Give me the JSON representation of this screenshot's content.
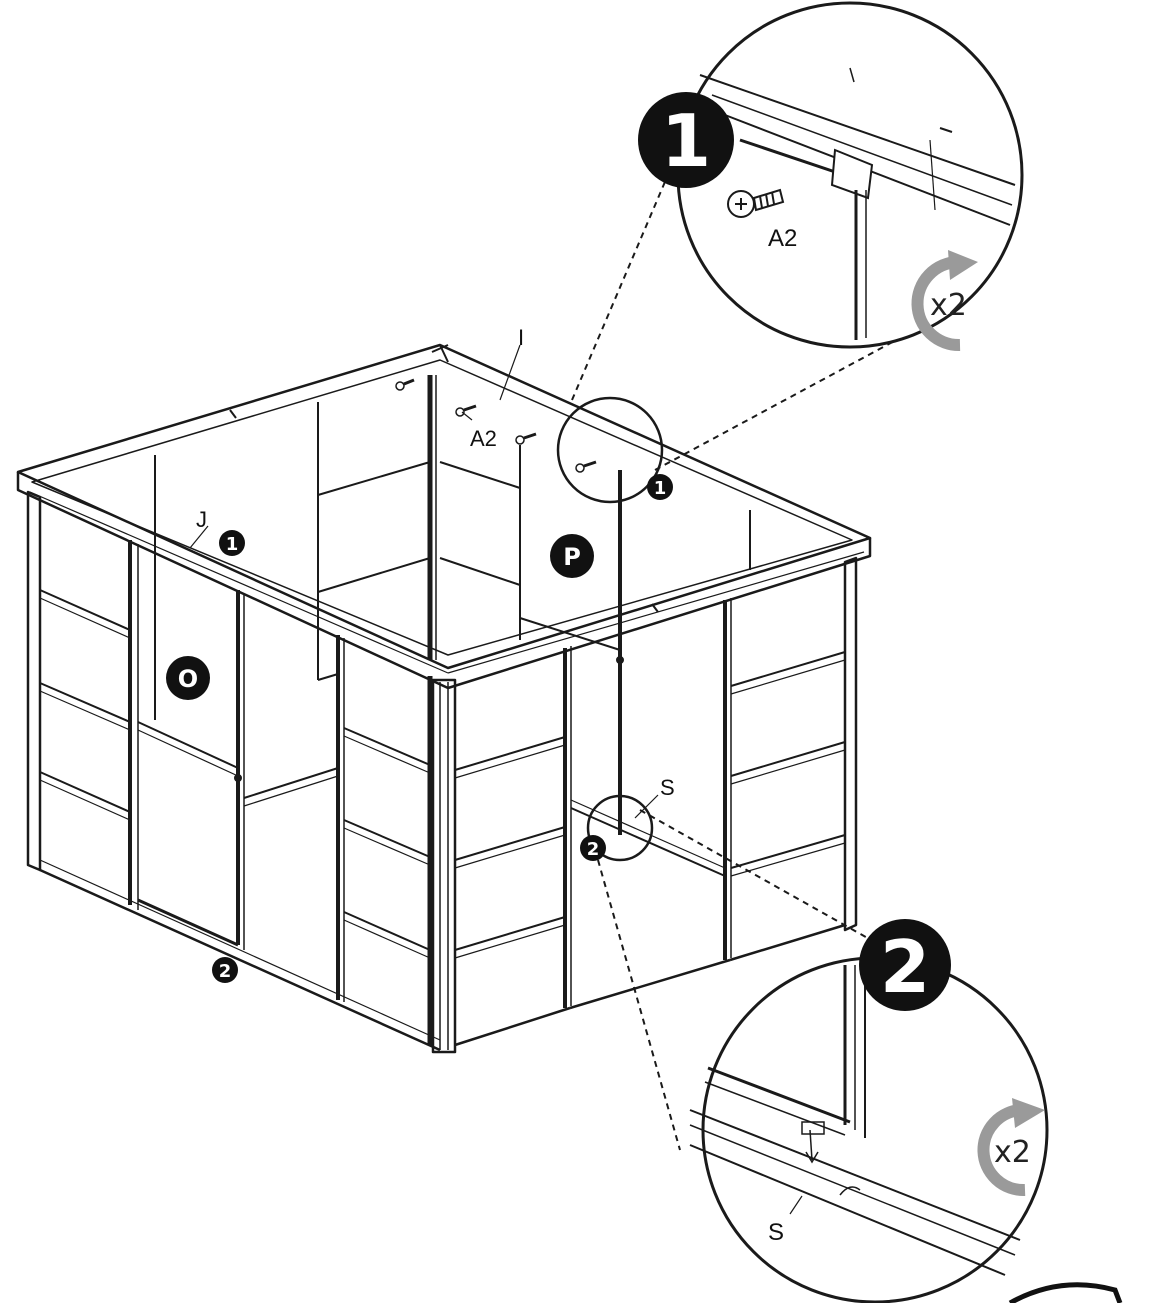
{
  "colors": {
    "ink": "#1a1a1a",
    "badge_bg": "#111111",
    "badge_text": "#ffffff",
    "rotate_arrow": "#9a9a9a",
    "background": "#ffffff"
  },
  "callouts": {
    "step1": {
      "number": "1",
      "part_label": "A2",
      "rotation_times": "x2"
    },
    "step2": {
      "number": "2",
      "part_label": "S",
      "rotation_times": "x2"
    }
  },
  "labels": {
    "part_i": "I",
    "part_j": "J",
    "part_a2": "A2",
    "part_s": "S",
    "panel_o": "O",
    "panel_p": "P"
  },
  "markers": {
    "step1_near_j": "1",
    "step1_near_frame": "1",
    "step2_bottom_left": "2",
    "step2_bottom_right": "2"
  },
  "icons": {
    "rotate": "clockwise-rotate-icon",
    "screw": "screw-icon"
  }
}
